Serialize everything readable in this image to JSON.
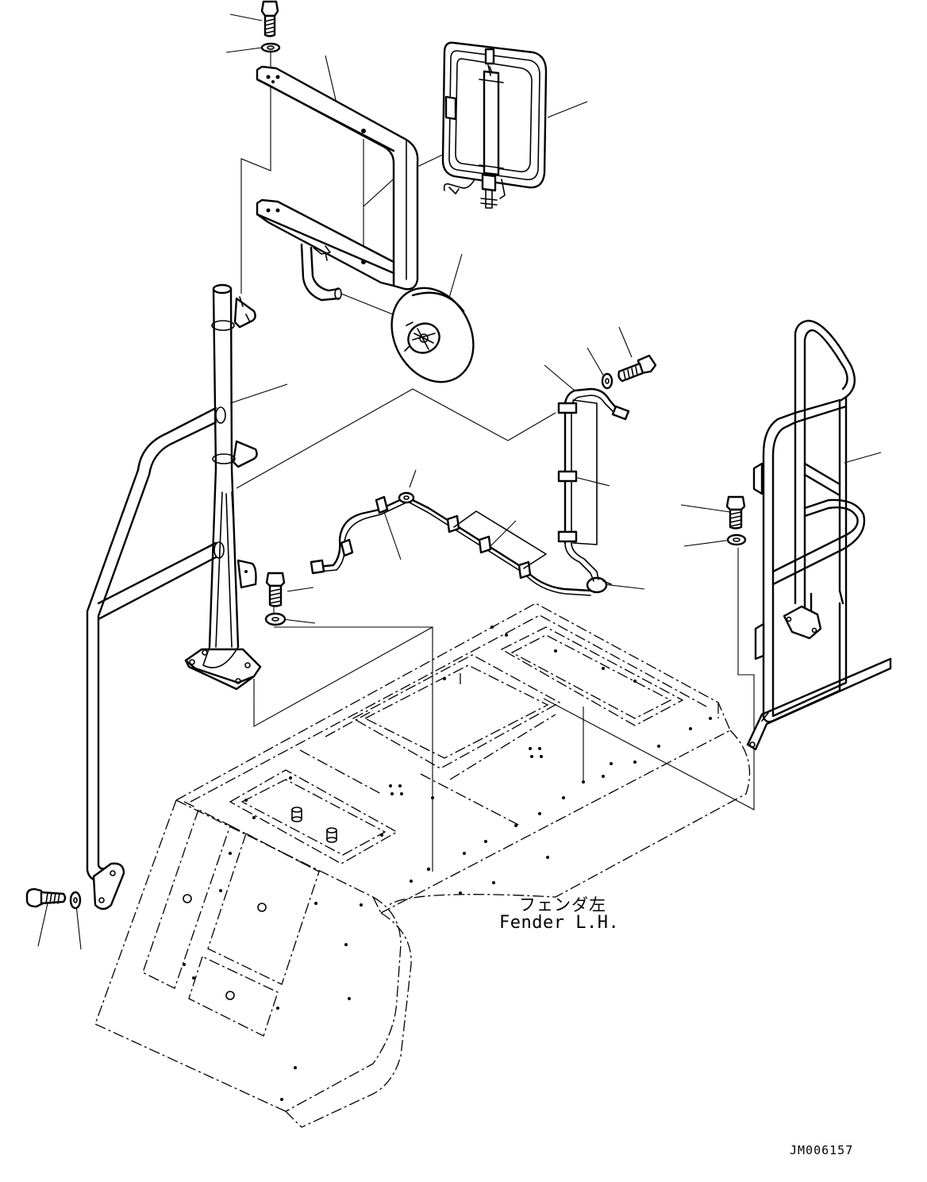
{
  "figure": {
    "part_name_jp": "フェンダ左",
    "part_name_en": "Fender L.H.",
    "drawing_code": "JM006157"
  },
  "parts": [
    "bolt-top",
    "washer-top",
    "mirror-bracket",
    "rear-view-mirror",
    "round-mirror",
    "mirror-stay-pole",
    "handrail-left",
    "bolt-pole",
    "washer-pole",
    "wiring-harness-lower",
    "wiring-harness-upper",
    "harness-clip",
    "bolt-harness",
    "washer-harness",
    "handrail-right",
    "bolt-right",
    "washer-right",
    "bolt-handrail",
    "washer-handrail",
    "fender-left-outline"
  ]
}
